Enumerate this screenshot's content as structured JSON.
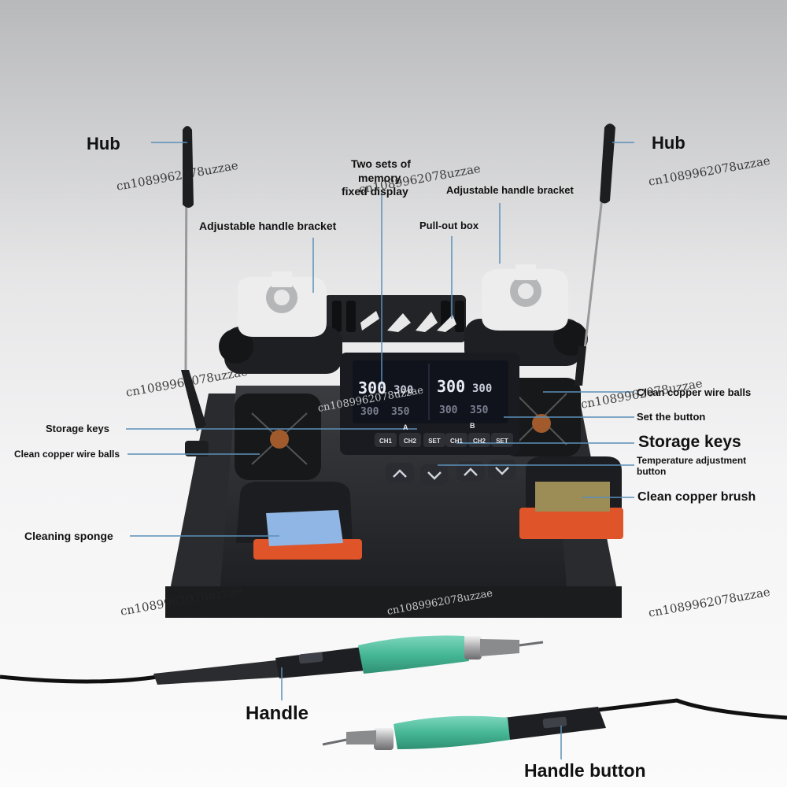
{
  "labels": {
    "hub_left": "Hub",
    "hub_right": "Hub",
    "memory_display_l1": "Two sets of",
    "memory_display_l2": "memory",
    "memory_display_l3": "fixed display",
    "bracket_left": "Adjustable handle bracket",
    "bracket_right": "Adjustable handle bracket",
    "pull_out_box": "Pull-out box",
    "storage_keys_left": "Storage keys",
    "clean_balls_left": "Clean copper wire balls",
    "clean_balls_right": "Clean copper wire balls",
    "set_button": "Set the button",
    "storage_keys_right": "Storage keys",
    "temp_adjust_l1": "Temperature adjustment",
    "temp_adjust_l2": "button",
    "clean_brush": "Clean copper brush",
    "cleaning_sponge": "Cleaning sponge",
    "handle": "Handle",
    "handle_button": "Handle button"
  },
  "panel": {
    "readout_a_set": "300",
    "readout_a_act": "300",
    "readout_a_mem1": "300",
    "readout_a_mem2": "350",
    "readout_b_set": "300",
    "readout_b_act": "300",
    "readout_b_mem1": "300",
    "readout_b_mem2": "350",
    "channel_a": "A",
    "channel_b": "B",
    "btn_ch1_a": "CH1",
    "btn_ch2_a": "CH2",
    "btn_set_a": "SET",
    "btn_ch1_b": "CH1",
    "btn_ch2_b": "CH2",
    "btn_set_b": "SET"
  },
  "watermark": "cn1089962078uzzae",
  "colors": {
    "station_body": "#2b2d30",
    "accent_orange": "#e0542a",
    "grip_green": "#4fbf9f",
    "lcd_bg": "#10131c"
  }
}
